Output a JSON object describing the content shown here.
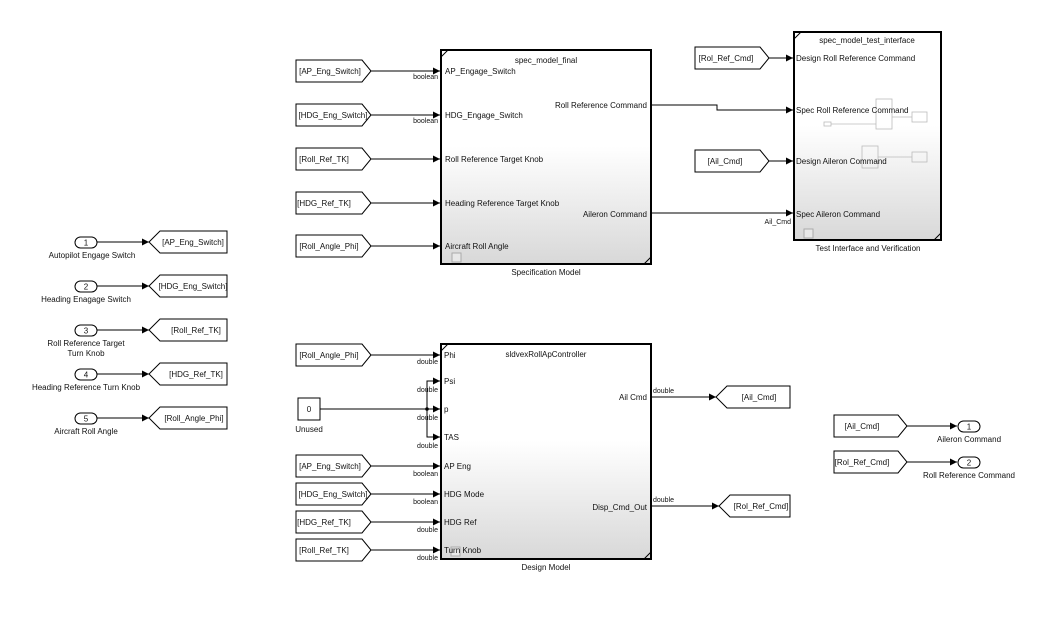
{
  "inports": [
    {
      "num": "1",
      "label": "Autopilot Engage Switch",
      "goto": "[AP_Eng_Switch]"
    },
    {
      "num": "2",
      "label": "Heading Enagage Switch",
      "goto": "[HDG_Eng_Switch]"
    },
    {
      "num": "3",
      "label1": "Roll Reference Target",
      "label2": "Turn Knob",
      "goto": "[Roll_Ref_TK]"
    },
    {
      "num": "4",
      "label": "Heading Reference Turn Knob",
      "goto": "[HDG_Ref_TK]"
    },
    {
      "num": "5",
      "label": "Aircraft Roll Angle",
      "goto": "[Roll_Angle_Phi]"
    }
  ],
  "spec": {
    "title": "spec_model_final",
    "caption": "Specification Model",
    "froms": [
      "[AP_Eng_Switch]",
      "[HDG_Eng_Switch]",
      "[Roll_Ref_TK]",
      "[HDG_Ref_TK]",
      "[Roll_Angle_Phi]"
    ],
    "ports_in": [
      "AP_Engage_Switch",
      "HDG_Engage_Switch",
      "Roll Reference Target  Knob",
      "Heading Reference Target Knob",
      "Aircraft Roll Angle"
    ],
    "ports_out": [
      "Roll Reference Command",
      "Aileron Command"
    ],
    "type_boolean": "boolean"
  },
  "test": {
    "title": "spec_model_test_interface",
    "caption": "Test Interface and Verification",
    "froms": [
      "[Rol_Ref_Cmd]",
      "[Ail_Cmd]"
    ],
    "ports": [
      "Design Roll Reference Command",
      "Spec Roll Reference Command",
      "Design Aileron Command",
      "Spec Aileron Command"
    ],
    "signal": "Ail_Cmd"
  },
  "design": {
    "title": "sldvexRollApController",
    "caption": "Design Model",
    "from_phi": "[Roll_Angle_Phi]",
    "const_value": "0",
    "const_label": "Unused",
    "froms": [
      "[AP_Eng_Switch]",
      "[HDG_Eng_Switch]",
      "[HDG_Ref_TK]",
      "[Roll_Ref_TK]"
    ],
    "ports_in": [
      "Phi",
      "Psi",
      "p",
      "TAS",
      "AP Eng",
      "HDG Mode",
      "HDG Ref",
      "Turn Knob"
    ],
    "ports_out": [
      "Ail Cmd",
      "Disp_Cmd_Out"
    ],
    "gotos": [
      "[Ail_Cmd]",
      "[Rol_Ref_Cmd]"
    ],
    "type_double": "double",
    "type_boolean": "boolean"
  },
  "outports": [
    {
      "num": "1",
      "label": "Aileron Command",
      "from": "[Ail_Cmd]"
    },
    {
      "num": "2",
      "label": "Roll Reference Command",
      "from": "[Rol_Ref_Cmd]"
    }
  ]
}
